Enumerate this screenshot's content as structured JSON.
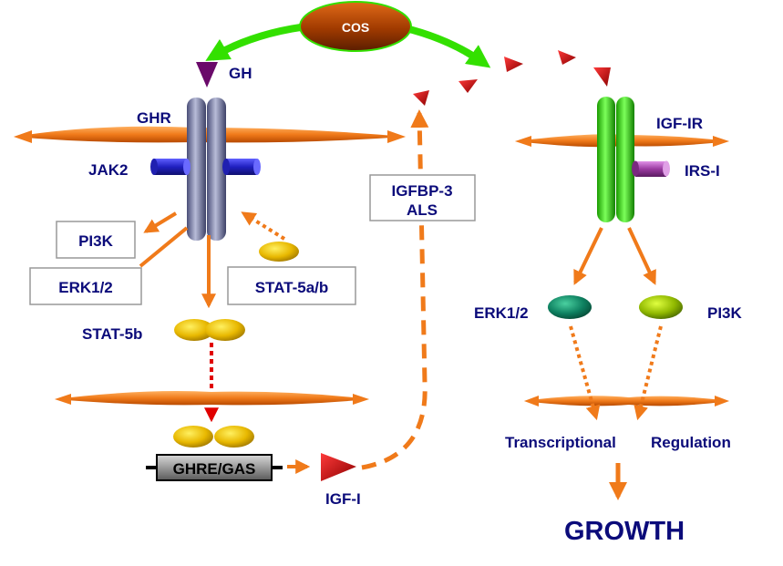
{
  "labels": {
    "cos": "COS",
    "gh": "GH",
    "ghr": "GHR",
    "jak2": "JAK2",
    "pi3k_left": "PI3K",
    "erk_left": "ERK1/2",
    "stat5ab": "STAT-5a/b",
    "stat5b": "STAT-5b",
    "ghre": "GHRE/GAS",
    "igf1": "IGF-I",
    "igfbp3": "IGFBP-3",
    "als": "ALS",
    "igf1r": "IGF-IR",
    "irs1": "IRS-I",
    "erk_right": "ERK1/2",
    "pi3k_right": "PI3K",
    "transcriptional": "Transcriptional",
    "regulation": "Regulation",
    "growth": "GROWTH"
  },
  "colors": {
    "text": "#0b0b7a",
    "arrow_orange": "#f07a1a",
    "arrow_green": "#33e000",
    "ligand_red": "#d40000",
    "gh_purple": "#6a0a6a",
    "stat_yellow": "#e8b800",
    "cos_brown": "#a34400"
  }
}
